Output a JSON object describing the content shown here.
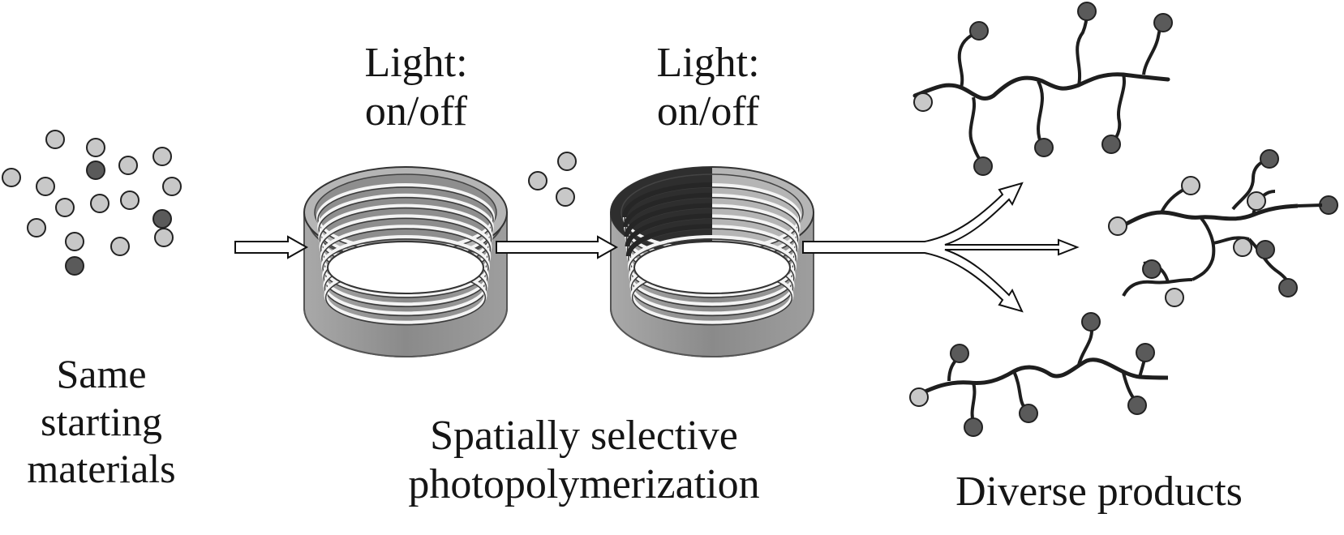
{
  "diagram": {
    "labels": {
      "starting": [
        "Same",
        "starting",
        "materials"
      ],
      "light_1": [
        "Light:",
        "on/off"
      ],
      "light_2": [
        "Light:",
        "on/off"
      ],
      "process": [
        "Spatially selective",
        "photopolymerization"
      ],
      "products": "Diverse products"
    },
    "colors": {
      "monomer_light": "#c8c8c8",
      "monomer_dark": "#5a5a5a",
      "polymer_chain": "#1e1e1e",
      "reactor_body": "#8d8d8d",
      "reactor_rim_light": "#b3b3b3",
      "reactor_rim_dark": "#2e2e2e",
      "arrow_fill": "#ffffff",
      "arrow_stroke": "#111111"
    }
  }
}
